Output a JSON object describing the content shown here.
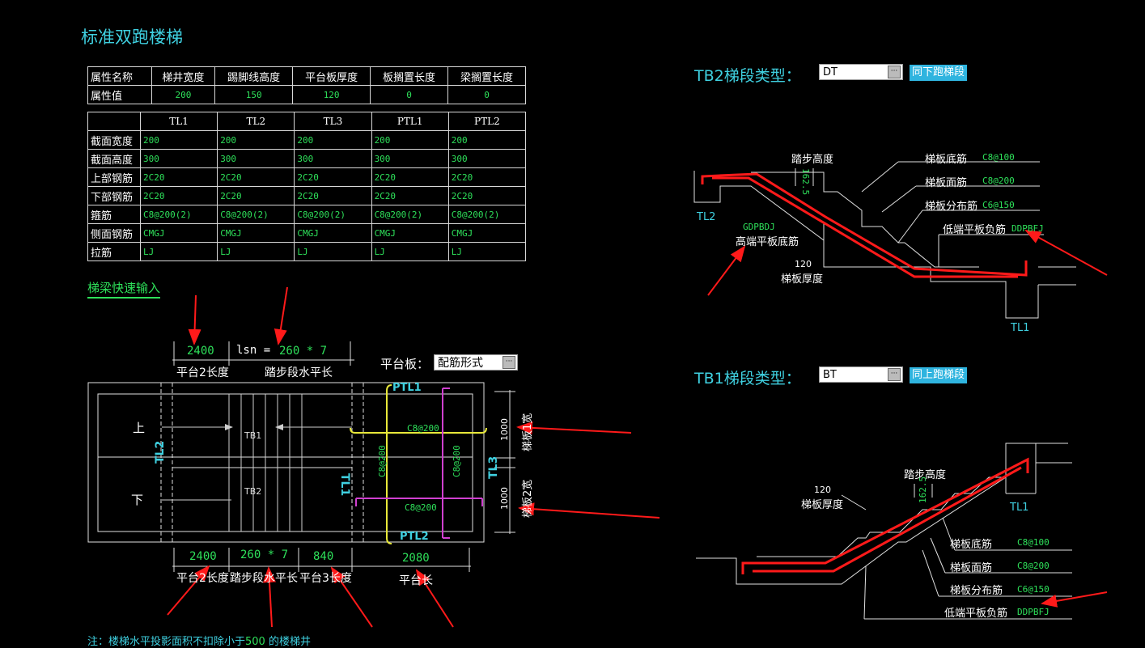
{
  "title": "标准双跑楼梯",
  "attr_table": {
    "headers": [
      "属性名称",
      "梯井宽度",
      "踢脚线高度",
      "平台板厚度",
      "板搁置长度",
      "梁搁置长度"
    ],
    "row_label": "属性值",
    "values": [
      "200",
      "150",
      "120",
      "0",
      "0"
    ]
  },
  "beam_table": {
    "headers": [
      "",
      "TL1",
      "TL2",
      "TL3",
      "PTL1",
      "PTL2"
    ],
    "rows": [
      [
        "截面宽度",
        "200",
        "200",
        "200",
        "200",
        "200"
      ],
      [
        "截面高度",
        "300",
        "300",
        "300",
        "300",
        "300"
      ],
      [
        "上部钢筋",
        "2C20",
        "2C20",
        "2C20",
        "2C20",
        "2C20"
      ],
      [
        "下部钢筋",
        "2C20",
        "2C20",
        "2C20",
        "2C20",
        "2C20"
      ],
      [
        "箍筋",
        "C8@200(2)",
        "C8@200(2)",
        "C8@200(2)",
        "C8@200(2)",
        "C8@200(2)"
      ],
      [
        "侧面钢筋",
        "CMGJ",
        "CMGJ",
        "CMGJ",
        "CMGJ",
        "CMGJ"
      ],
      [
        "拉筋",
        "LJ",
        "LJ",
        "LJ",
        "LJ",
        "LJ"
      ]
    ]
  },
  "quick_input": "梯梁快速输入",
  "plan": {
    "top_dim1": "2400",
    "top_dim1_label": "平台2长度",
    "lsn": "lsn =",
    "top_dim2": "260 * 7",
    "top_dim2_label": "踏步段水平长",
    "platform_label": "平台板：",
    "platform_select": "配筋形式",
    "up": "上",
    "down": "下",
    "tb1": "TB1",
    "tb2": "TB2",
    "tl2": "TL2",
    "tl1": "TL1",
    "tl3": "TL3",
    "ptl1": "PTL1",
    "ptl2": "PTL2",
    "rebar_h1": "C8@200",
    "rebar_h2": "C8@200",
    "rebar_v1": "C8@200",
    "rebar_v2": "C8@200",
    "w1": "1000",
    "w1_label": "梯板1宽",
    "w2": "1000",
    "w2_label": "梯板2宽",
    "bot_dims": [
      {
        "value": "2400",
        "label": "平台2长度"
      },
      {
        "value": "260 * 7",
        "label": "踏步段水平长"
      },
      {
        "value": "840",
        "label": "平台3长度"
      },
      {
        "value": "2080",
        "label": "平台长"
      }
    ]
  },
  "note": {
    "prefix": "注：楼梯水平投影面积不扣除小于",
    "num": "500",
    "suffix": " 的楼梯井"
  },
  "tb2": {
    "header": "TB2梯段类型：",
    "select": "DT",
    "button": "同下跑梯段",
    "step_height": "踏步高度",
    "step_val": "162.5",
    "bottom_rebar": "梯板底筋",
    "bottom_val": "C8@100",
    "top_rebar": "梯板面筋",
    "top_val": "C8@200",
    "dist_rebar": "梯板分布筋",
    "dist_val": "C6@150",
    "low_neg": "低端平板负筋",
    "low_neg_val": "DDPBFJ",
    "tl2": "TL2",
    "high_code": "GDPBDJ",
    "high_label": "高端平板底筋",
    "thk_val": "120",
    "thk_label": "梯板厚度",
    "tl1": "TL1"
  },
  "tb1": {
    "header": "TB1梯段类型：",
    "select": "BT",
    "button": "同上跑梯段",
    "step_height": "踏步高度",
    "step_val": "162.5",
    "thk_val": "120",
    "thk_label": "梯板厚度",
    "tl1": "TL1",
    "bottom_rebar": "梯板底筋",
    "bottom_val": "C8@100",
    "top_rebar": "梯板面筋",
    "top_val": "C8@200",
    "dist_rebar": "梯板分布筋",
    "dist_val": "C6@150",
    "low_neg": "低端平板负筋",
    "low_neg_val": "DDPBFJ"
  },
  "colors": {
    "cyan": "#3fd0e0",
    "green": "#2ee05a",
    "red": "#ff1a1a",
    "yellow": "#e8e83a",
    "magenta": "#d040d0"
  }
}
